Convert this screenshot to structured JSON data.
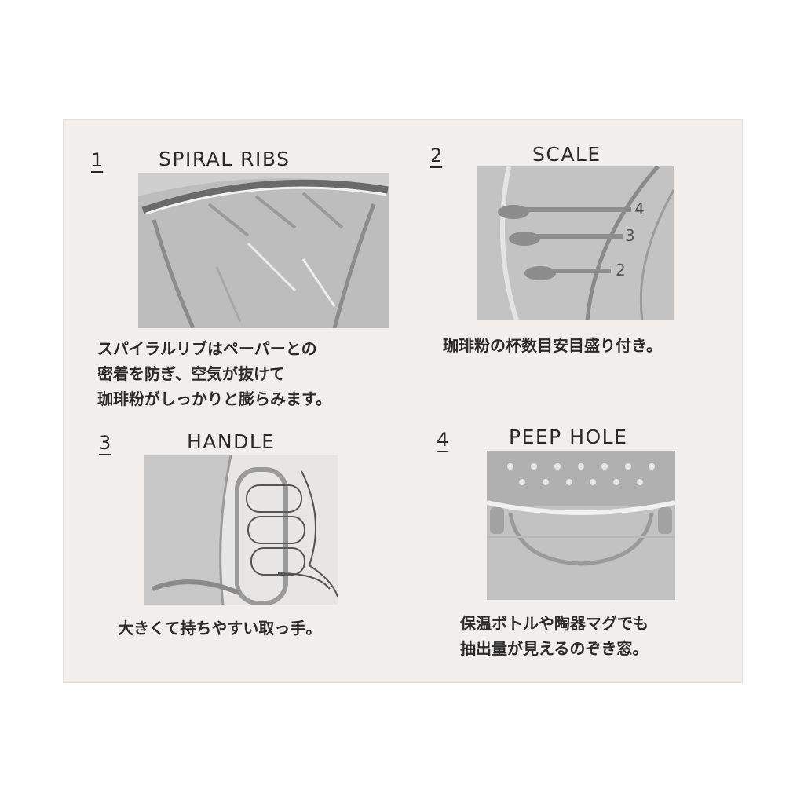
{
  "features": [
    {
      "number": "1",
      "title": "SPIRAL RIBS",
      "caption": [
        "スパイラルリブはペーパーとの",
        "密着を防ぎ、空気が抜けて",
        "珈琲粉がしっかりと膨らみます。"
      ],
      "photo_icon": "dripper-spiral-ribs-photo"
    },
    {
      "number": "2",
      "title": "SCALE",
      "caption": [
        "珈琲粉の杯数目安目盛り付き。"
      ],
      "photo_icon": "dripper-scale-photo",
      "scale_marks": [
        "4",
        "3",
        "2"
      ]
    },
    {
      "number": "3",
      "title": "HANDLE",
      "caption": [
        "大きくて持ちやすい取っ手。"
      ],
      "photo_icon": "dripper-handle-photo"
    },
    {
      "number": "4",
      "title": "PEEP HOLE",
      "caption": [
        "保温ボトルや陶器マグでも",
        "抽出量が見えるのぞき窓。"
      ],
      "photo_icon": "dripper-peep-hole-photo"
    }
  ],
  "colors": {
    "background": "#f2eeec",
    "text": "#2a2a2a",
    "photo_gray": "#c9c9c9"
  }
}
